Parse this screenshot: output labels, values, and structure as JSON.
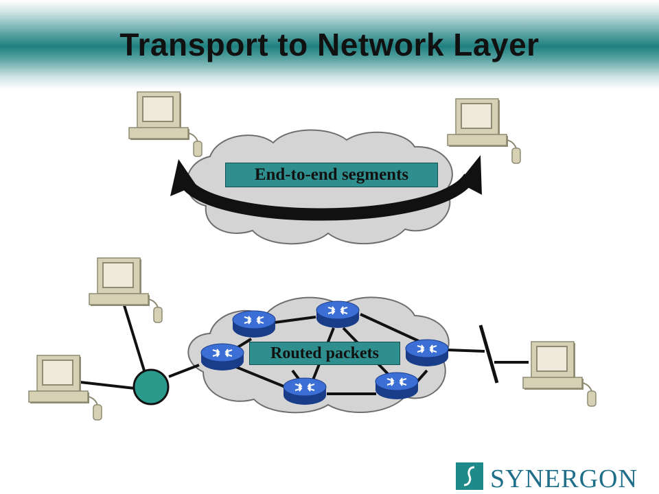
{
  "slide": {
    "title": "Transport to Network Layer",
    "segments_label": "End-to-end segments",
    "packets_label": "Routed packets",
    "logo_text": "SYNERGON"
  },
  "colors": {
    "title_band": "#1f8080",
    "label_fill": "#2f8f8f",
    "cloud": "#d4d4d4",
    "router": "#3b6fd6",
    "hub": "#2a9a8a",
    "computer": "#d6d1b4",
    "logo": "#1f6f8a"
  },
  "icons": [
    "computer-icon",
    "router-icon",
    "cloud-icon",
    "hub-icon",
    "arrow-icon",
    "synergon-logo-icon"
  ]
}
